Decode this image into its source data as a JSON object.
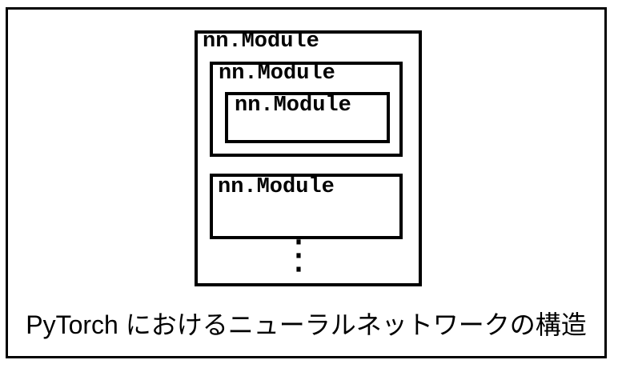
{
  "diagram": {
    "outer_module": {
      "label": "nn.Module"
    },
    "group_module": {
      "label": "nn.Module"
    },
    "inner_module": {
      "label": "nn.Module"
    },
    "sibling_module": {
      "label": "nn.Module"
    },
    "ellipsis": "⋮"
  },
  "caption": "PyTorch におけるニューラルネットワークの構造",
  "colors": {
    "border": "#000000",
    "background": "#ffffff",
    "text": "#000000"
  }
}
